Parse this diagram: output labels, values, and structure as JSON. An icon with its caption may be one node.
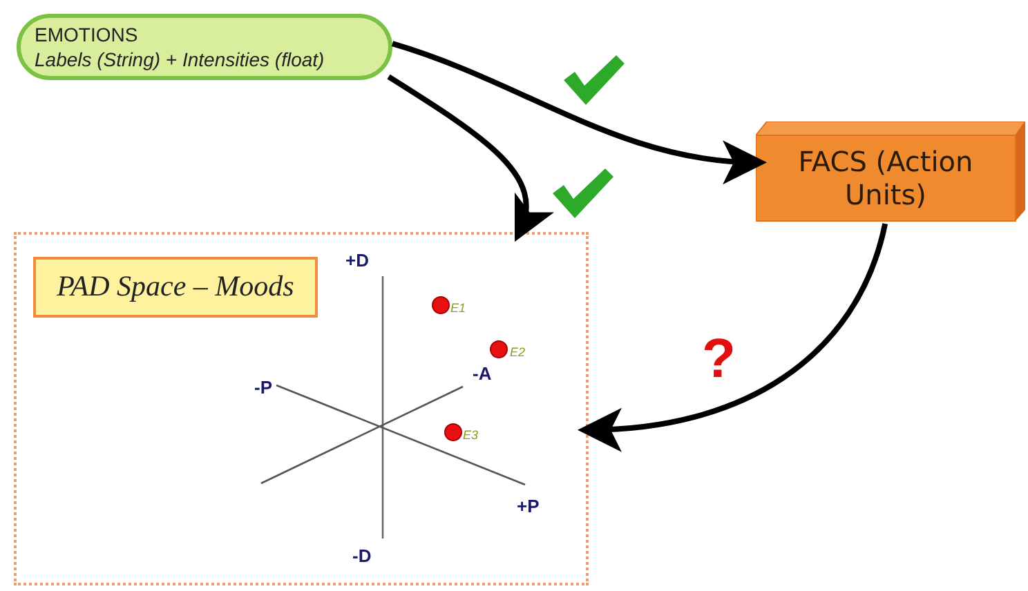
{
  "diagram": {
    "nodes": [
      {
        "text": [
          "EMOTIONS",
          "Labels (String) + Intensities (float)"
        ]
      },
      {
        "text": [
          "FACS (Action Units)"
        ]
      },
      {
        "text": [],
        "shape": "box"
      },
      {
        "text": [
          "PAD Space – Moods"
        ],
        "in": 2
      }
    ],
    "edges": [
      {
        "from": 0,
        "to": 1,
        "arrow": "to"
      },
      {
        "from": 0,
        "to": 2,
        "arrow": "to"
      },
      {
        "from": 1,
        "to": 2,
        "arrow": "to",
        "label": "?"
      }
    ],
    "labels": [
      "+D",
      "E1",
      "E2",
      "-P",
      "-A",
      "E3",
      "+P",
      "-D"
    ]
  }
}
